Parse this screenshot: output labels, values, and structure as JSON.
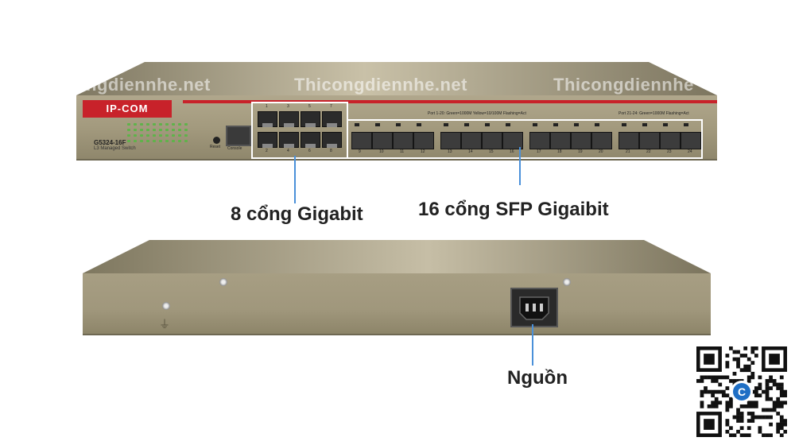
{
  "brand": "IP-COM",
  "model": "G5324-16F",
  "model_sub": "L3 Managed Switch",
  "watermark": "Thicongdiennhe.net",
  "watermark_left": "ngdiennhe.net",
  "watermark_right": "Thicongdiennhe",
  "reset_label": "Reset",
  "console_label": "Console",
  "sfp_legend_1": "Port 1-20: Green=1000M  Yellow=10/100M  Flashing=Act",
  "sfp_legend_2": "Port 21-24: Green=1000M  Flashing=Act",
  "rj45_ports_top": [
    "1",
    "3",
    "5",
    "7"
  ],
  "rj45_ports_bottom": [
    "2",
    "4",
    "6",
    "8"
  ],
  "sfp_ports": [
    "9",
    "10",
    "11",
    "12",
    "13",
    "14",
    "15",
    "16",
    "17",
    "18",
    "19",
    "20",
    "21",
    "22",
    "23",
    "24"
  ],
  "label_gigabit": "8 cổng Gigabit",
  "label_sfp": "16 cổng SFP Gigaibit",
  "label_power": "Nguồn",
  "colors": {
    "brand_red": "#c8222a",
    "chassis": "#a39a7e",
    "annotation_line": "#4a90d9"
  }
}
